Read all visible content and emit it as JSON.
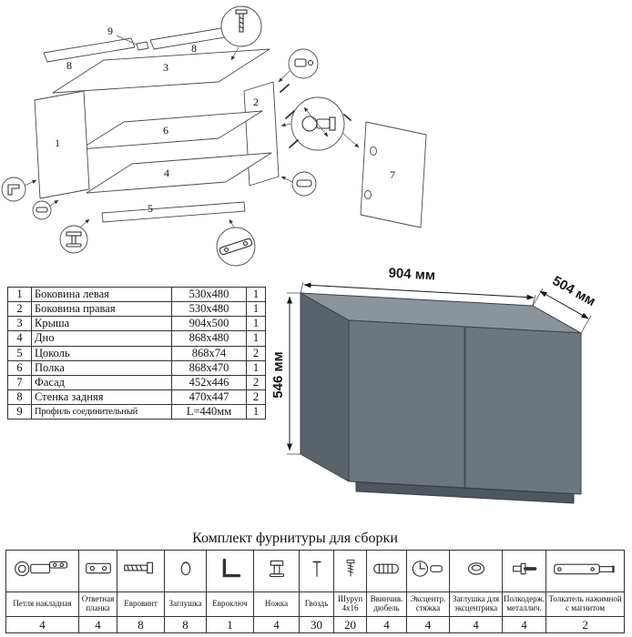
{
  "diagram": {
    "part_labels": {
      "n1": "1",
      "n2": "2",
      "n3": "3",
      "n4": "4",
      "n5": "5",
      "n6": "6",
      "n7": "7",
      "n8": "8",
      "n9": "9"
    }
  },
  "parts_table": {
    "rows": [
      {
        "num": "1",
        "name": "Боковина левая",
        "size": "530x480",
        "qty": "1"
      },
      {
        "num": "2",
        "name": "Боковина правая",
        "size": "530x480",
        "qty": "1"
      },
      {
        "num": "3",
        "name": "Крыша",
        "size": "904x500",
        "qty": "1"
      },
      {
        "num": "4",
        "name": "Дно",
        "size": "868x480",
        "qty": "1"
      },
      {
        "num": "5",
        "name": "Цоколь",
        "size": "868x74",
        "qty": "2"
      },
      {
        "num": "6",
        "name": "Полка",
        "size": "868x470",
        "qty": "1"
      },
      {
        "num": "7",
        "name": "Фасад",
        "size": "452x446",
        "qty": "2"
      },
      {
        "num": "8",
        "name": "Стенка задняя",
        "size": "470x447",
        "qty": "2"
      },
      {
        "num": "9",
        "name": "Профиль соединительный",
        "size": "L=440мм",
        "qty": "1"
      }
    ]
  },
  "cabinet": {
    "width_label": "904 мм",
    "depth_label": "504 мм",
    "height_label": "546 мм",
    "colors": {
      "top": "#8b939d",
      "front": "#6d757f",
      "side": "#5a626c",
      "plinth": "#4e565f"
    }
  },
  "hardware": {
    "title": "Комплект фурнитуры для сборки",
    "items": [
      {
        "name": "Петля накладная",
        "qty": "4",
        "icon": "hinge-icon"
      },
      {
        "name": "Ответная планка",
        "qty": "4",
        "icon": "mounting-plate-icon"
      },
      {
        "name": "Евровинт",
        "qty": "8",
        "icon": "confirmat-screw-icon"
      },
      {
        "name": "Заглушка",
        "qty": "8",
        "icon": "cap-icon"
      },
      {
        "name": "Евроключ",
        "qty": "1",
        "icon": "hex-key-icon"
      },
      {
        "name": "Ножка",
        "qty": "4",
        "icon": "foot-icon"
      },
      {
        "name": "Гвоздь",
        "qty": "30",
        "icon": "nail-icon"
      },
      {
        "name": "Шуруп 4x16",
        "qty": "20",
        "icon": "screw-icon"
      },
      {
        "name": "Ввинчив. дюбель",
        "qty": "4",
        "icon": "threaded-dowel-icon"
      },
      {
        "name": "Эксцентр. стяжка",
        "qty": "4",
        "icon": "eccentric-cam-icon"
      },
      {
        "name": "Заглушка для эксцентрика",
        "qty": "4",
        "icon": "eccentric-cap-icon"
      },
      {
        "name": "Полкодерж. металлич.",
        "qty": "4",
        "icon": "shelf-support-icon"
      },
      {
        "name": "Толкатель нажимной с магнитом",
        "qty": "2",
        "icon": "push-latch-icon"
      }
    ]
  }
}
